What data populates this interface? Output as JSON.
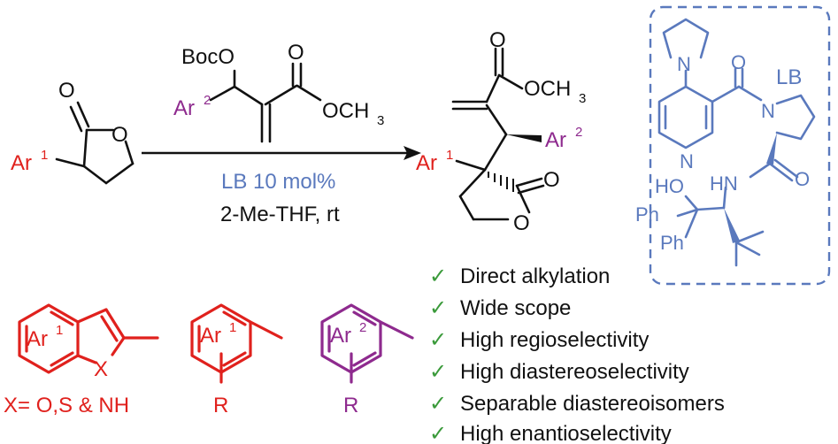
{
  "reactant": {
    "ar_label": "Ar",
    "ar_sup": "1",
    "ring_o": "O",
    "carbonyl_o": "O"
  },
  "reagent": {
    "boco": "BocO",
    "ar_label": "Ar",
    "ar_sup": "2",
    "carbonyl_o": "O",
    "ester": "OCH",
    "ester_sub": "3"
  },
  "conditions": {
    "catalyst": "LB 10 mol%",
    "solvent": "2-Me-THF, rt"
  },
  "product": {
    "carbonyl_o": "O",
    "ester": "OCH",
    "ester_sub": "3",
    "ar2_label": "Ar",
    "ar2_sup": "2",
    "ar1_label": "Ar",
    "ar1_sup": "1",
    "lactone_co": "O",
    "ring_o": "O"
  },
  "catalyst_structure": {
    "tag": "LB",
    "n_pyrrolidine": "N",
    "n_pyridine": "N",
    "carbonyl_o1": "O",
    "n_prolyl": "N",
    "nh": "HN",
    "carbonyl_o2": "O",
    "ho": "HO",
    "ph1": "Ph",
    "ph2": "Ph"
  },
  "scope_structures": {
    "heteroaryl_ar": "Ar",
    "heteroaryl_sup": "1",
    "heteroaryl_x": "X",
    "heteroaryl_caption": "X= O,S & NH",
    "aryl1_ar": "Ar",
    "aryl1_sup": "1",
    "aryl1_r": "R",
    "aryl2_ar": "Ar",
    "aryl2_sup": "2",
    "aryl2_r": "R"
  },
  "features": {
    "check": "✓",
    "items": [
      "Direct alkylation",
      "Wide scope",
      "High regioselectivity",
      "High diastereoselectivity",
      "Separable diastereoisomers",
      "High enantioselectivity"
    ]
  },
  "colors": {
    "red": "#e0211d",
    "purple": "#8e2a8e",
    "blue": "#5a79bd",
    "green": "#3a9a3a",
    "black": "#111111"
  }
}
